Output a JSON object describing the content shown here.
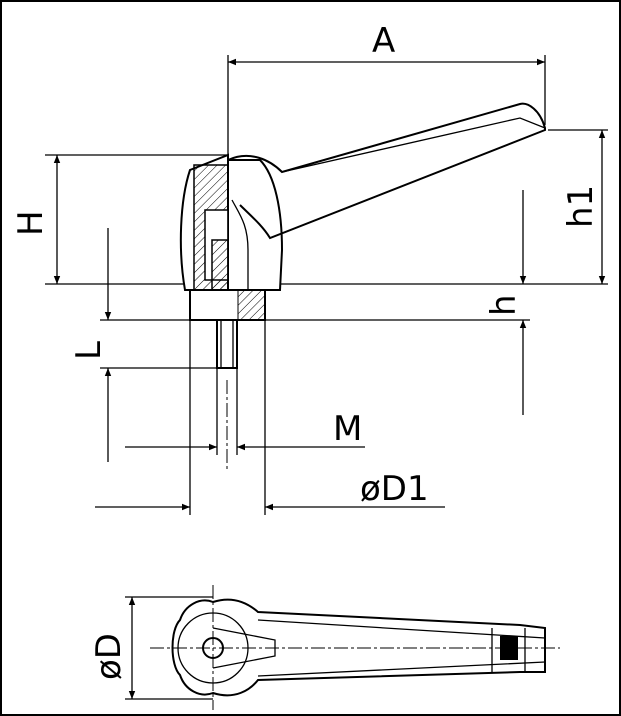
{
  "labels": {
    "A": "A",
    "H": "H",
    "h1": "h1",
    "h": "h",
    "L": "L",
    "M": "M",
    "D1": "øD1",
    "D": "øD"
  }
}
